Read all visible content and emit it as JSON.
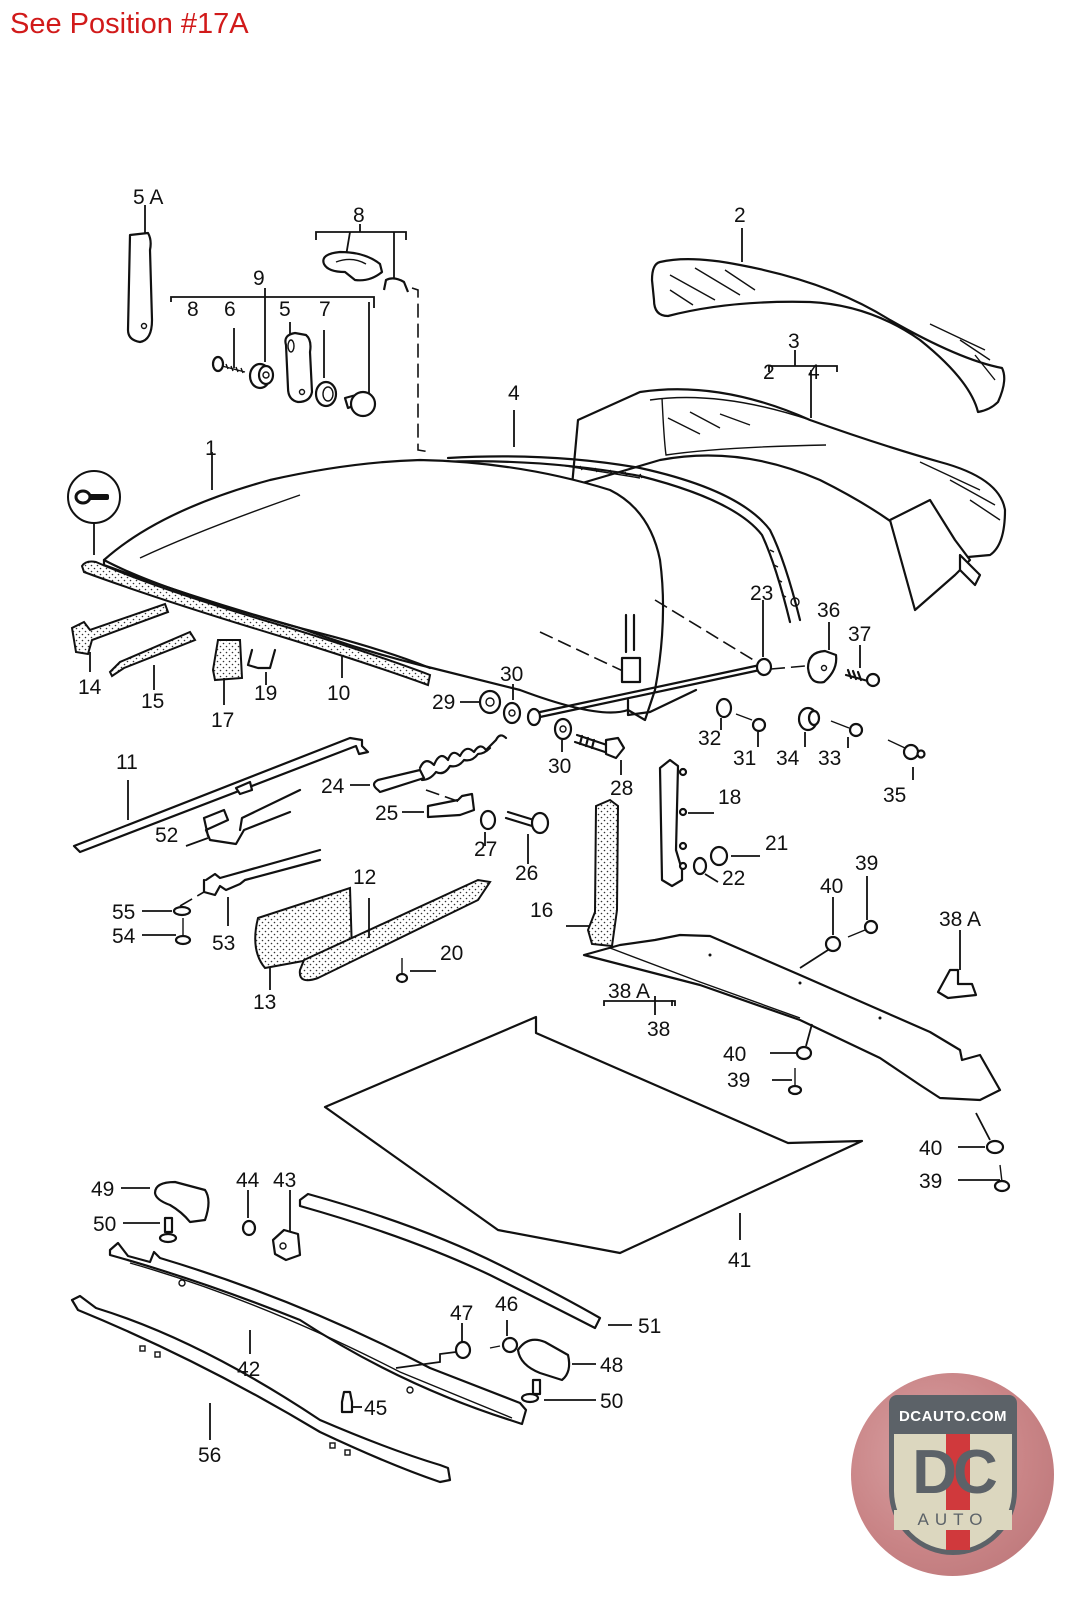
{
  "header": {
    "note": "See Position #17A",
    "note_color": "#d11a1a"
  },
  "diagram": {
    "title": "Hardtop / roof assembly exploded parts diagram",
    "callouts": [
      {
        "id": "5A",
        "text": "5 A"
      },
      {
        "id": "8-top",
        "text": "8"
      },
      {
        "id": "9",
        "text": "9"
      },
      {
        "id": "8-sub",
        "text": "8"
      },
      {
        "id": "6",
        "text": "6"
      },
      {
        "id": "5",
        "text": "5"
      },
      {
        "id": "7",
        "text": "7"
      },
      {
        "id": "2",
        "text": "2"
      },
      {
        "id": "3",
        "text": "3"
      },
      {
        "id": "3-sub-2",
        "text": "2"
      },
      {
        "id": "3-sub-4",
        "text": "4"
      },
      {
        "id": "4",
        "text": "4"
      },
      {
        "id": "1",
        "text": "1"
      },
      {
        "id": "14",
        "text": "14"
      },
      {
        "id": "15",
        "text": "15"
      },
      {
        "id": "17",
        "text": "17"
      },
      {
        "id": "19",
        "text": "19"
      },
      {
        "id": "10",
        "text": "10"
      },
      {
        "id": "29",
        "text": "29"
      },
      {
        "id": "30-a",
        "text": "30"
      },
      {
        "id": "30-b",
        "text": "30"
      },
      {
        "id": "28",
        "text": "28"
      },
      {
        "id": "23",
        "text": "23"
      },
      {
        "id": "36",
        "text": "36"
      },
      {
        "id": "37",
        "text": "37"
      },
      {
        "id": "32",
        "text": "32"
      },
      {
        "id": "31",
        "text": "31"
      },
      {
        "id": "34",
        "text": "34"
      },
      {
        "id": "33",
        "text": "33"
      },
      {
        "id": "35",
        "text": "35"
      },
      {
        "id": "11",
        "text": "11"
      },
      {
        "id": "52",
        "text": "52"
      },
      {
        "id": "24",
        "text": "24"
      },
      {
        "id": "25",
        "text": "25"
      },
      {
        "id": "27",
        "text": "27"
      },
      {
        "id": "26",
        "text": "26"
      },
      {
        "id": "18",
        "text": "18"
      },
      {
        "id": "21",
        "text": "21"
      },
      {
        "id": "22",
        "text": "22"
      },
      {
        "id": "16",
        "text": "16"
      },
      {
        "id": "55",
        "text": "55"
      },
      {
        "id": "54",
        "text": "54"
      },
      {
        "id": "53",
        "text": "53"
      },
      {
        "id": "12",
        "text": "12"
      },
      {
        "id": "13",
        "text": "13"
      },
      {
        "id": "20",
        "text": "20"
      },
      {
        "id": "40-a",
        "text": "40"
      },
      {
        "id": "39-a",
        "text": "39"
      },
      {
        "id": "38A-a",
        "text": "38 A"
      },
      {
        "id": "38A-b",
        "text": "38 A"
      },
      {
        "id": "38",
        "text": "38"
      },
      {
        "id": "40-b",
        "text": "40"
      },
      {
        "id": "39-b",
        "text": "39"
      },
      {
        "id": "40-c",
        "text": "40"
      },
      {
        "id": "39-c",
        "text": "39"
      },
      {
        "id": "41",
        "text": "41"
      },
      {
        "id": "49",
        "text": "49"
      },
      {
        "id": "50-a",
        "text": "50"
      },
      {
        "id": "44",
        "text": "44"
      },
      {
        "id": "43",
        "text": "43"
      },
      {
        "id": "51",
        "text": "51"
      },
      {
        "id": "47",
        "text": "47"
      },
      {
        "id": "46",
        "text": "46"
      },
      {
        "id": "48",
        "text": "48"
      },
      {
        "id": "50-b",
        "text": "50"
      },
      {
        "id": "42",
        "text": "42"
      },
      {
        "id": "45",
        "text": "45"
      },
      {
        "id": "56",
        "text": "56"
      }
    ],
    "key_symbol": "key-icon"
  },
  "logo": {
    "site": "DCAUTO.COM",
    "mark": "DC",
    "sub": "AUTO",
    "colors": {
      "red": "#d0393c",
      "gray": "#5c6268",
      "cream": "#dcd7bf"
    }
  }
}
